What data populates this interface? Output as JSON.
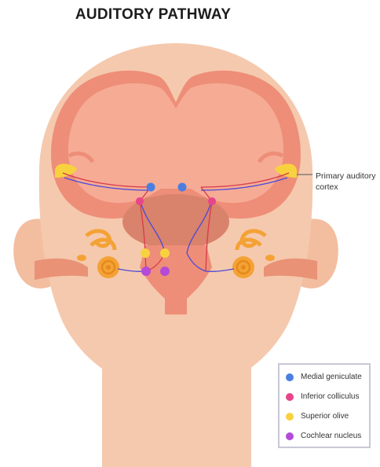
{
  "title": "AUDITORY PATHWAY",
  "callout": {
    "line1": "Primary auditory",
    "line2": "cortex"
  },
  "legend": [
    {
      "label": "Medial geniculate",
      "color": "#4a7fe0"
    },
    {
      "label": "Inferior colliculus",
      "color": "#e8448a"
    },
    {
      "label": "Superior olive",
      "color": "#f7d23e"
    },
    {
      "label": "Cochlear nucleus",
      "color": "#b54ad8"
    }
  ],
  "colors": {
    "skin": "#f5c9ae",
    "brain_outer": "#ee8e78",
    "brain_inner": "#f6ab95",
    "brainstem": "#d9826c",
    "ear_inner": "#f4a235",
    "pathway_red": "#d83a4a",
    "pathway_blue": "#4a4ad8"
  }
}
